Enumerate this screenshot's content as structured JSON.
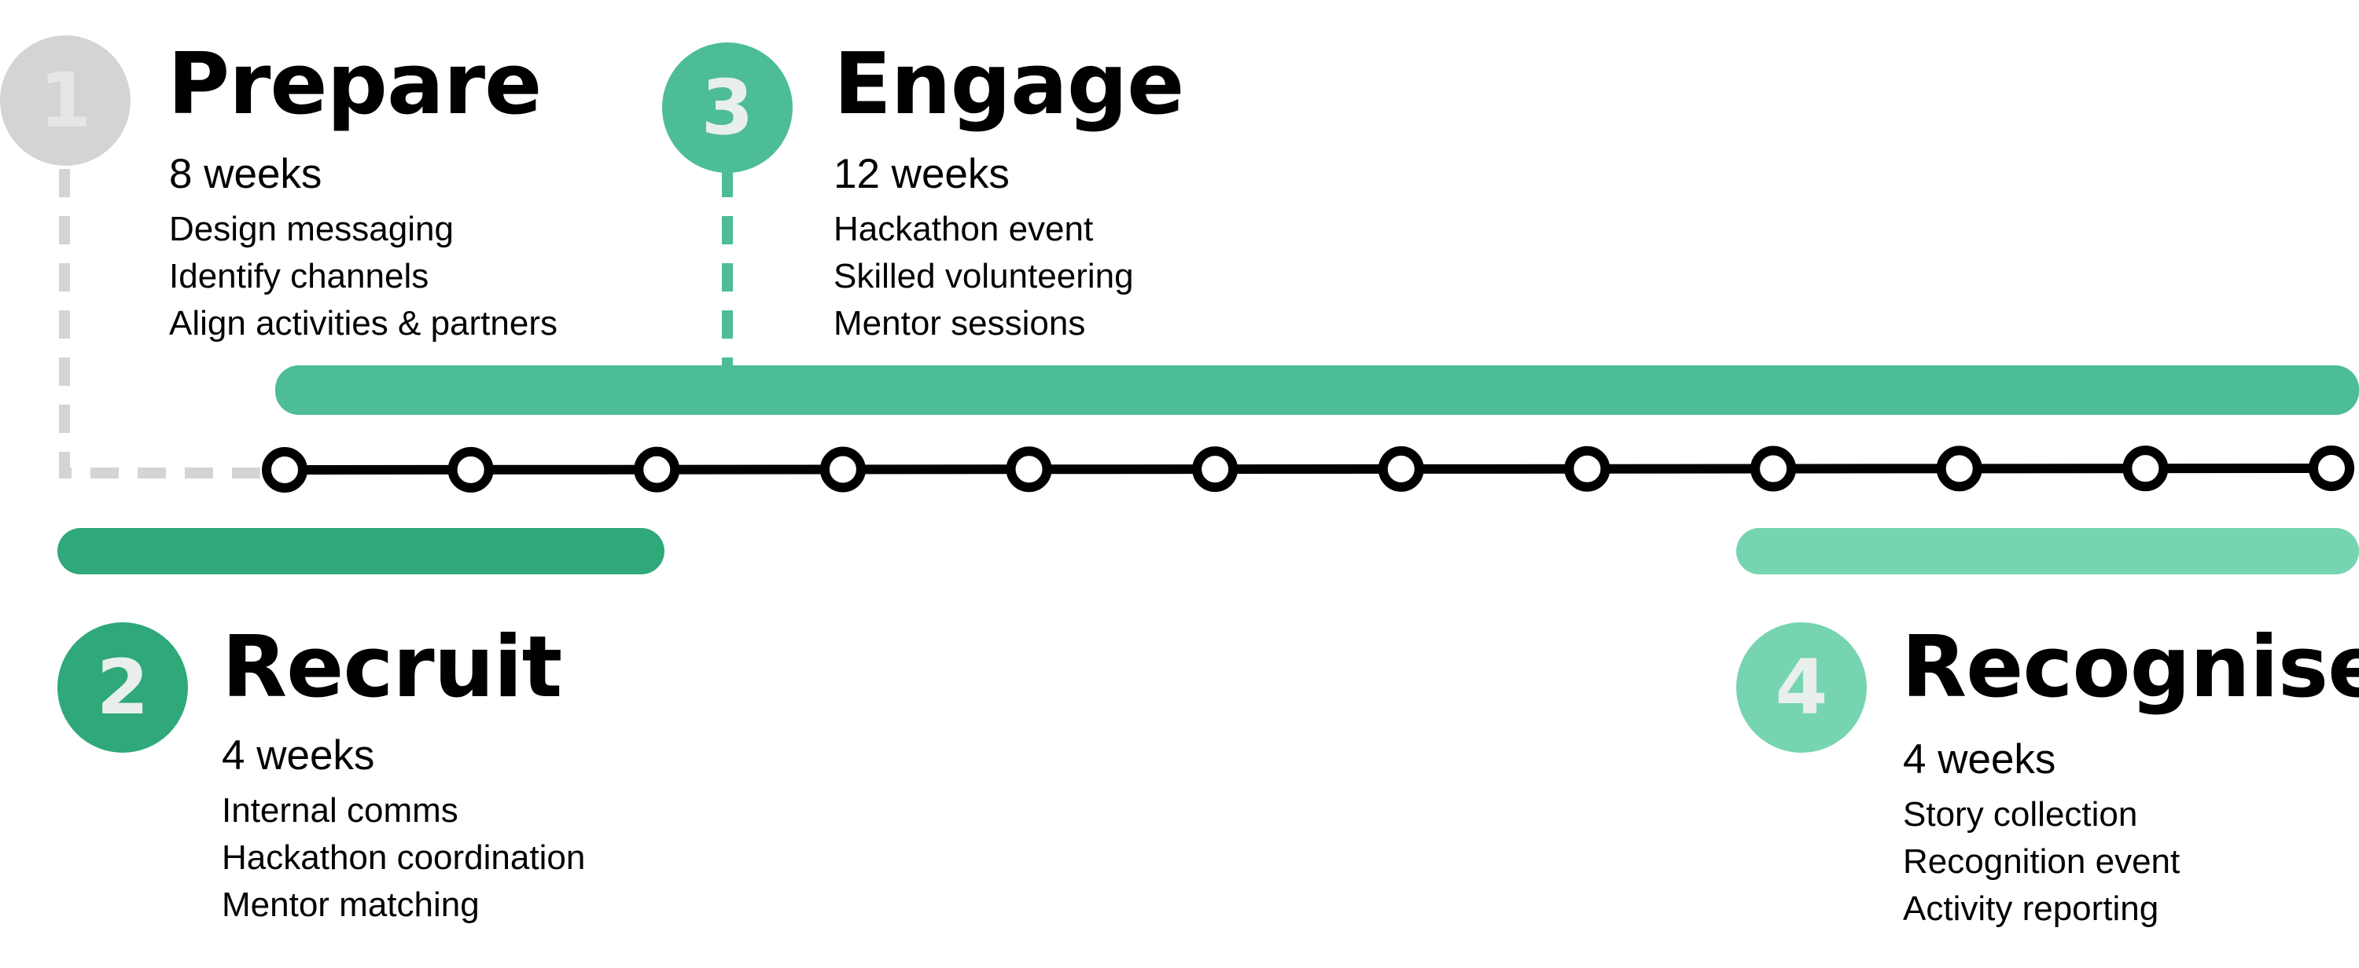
{
  "colors": {
    "prepare": "#d4d4d4",
    "recruit": "#2fa87a",
    "engage": "#4dbd95",
    "recognise": "#76d4b0",
    "timeline": "#000000",
    "badge_text_light": "#e6e6e6",
    "badge_text_dark": "#e8efec"
  },
  "timeline": {
    "milestone_count": 12
  },
  "phases": [
    {
      "id": "prepare",
      "number": "1",
      "title": "Prepare",
      "duration": "8 weeks",
      "activities": [
        "Design messaging",
        "Identify channels",
        "Align activities & partners"
      ]
    },
    {
      "id": "recruit",
      "number": "2",
      "title": "Recruit",
      "duration": "4 weeks",
      "activities": [
        "Internal comms",
        "Hackathon coordination",
        "Mentor matching"
      ]
    },
    {
      "id": "engage",
      "number": "3",
      "title": "Engage",
      "duration": "12 weeks",
      "activities": [
        "Hackathon event",
        "Skilled volunteering",
        "Mentor sessions"
      ]
    },
    {
      "id": "recognise",
      "number": "4",
      "title": "Recognise",
      "duration": "4 weeks",
      "activities": [
        "Story collection",
        "Recognition event",
        "Activity reporting"
      ]
    }
  ]
}
